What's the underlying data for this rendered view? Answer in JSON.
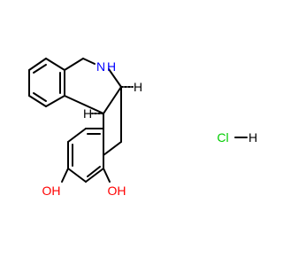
{
  "molecule": {
    "atom_labels": {
      "amine_nitrogen": "N",
      "amine_hydrogen": "H",
      "stereo_hydrogen_upper": "H",
      "stereo_hydrogen_lower": "H",
      "hydroxyl_left": "OH",
      "hydroxyl_right": "OH"
    },
    "salt": {
      "chlorine": "Cl",
      "hydrogen": "H"
    }
  },
  "colors": {
    "bond": "#000000",
    "nitrogen": "#0000ff",
    "oxygen": "#ff0000",
    "chlorine": "#00cc00",
    "text": "#000000"
  }
}
